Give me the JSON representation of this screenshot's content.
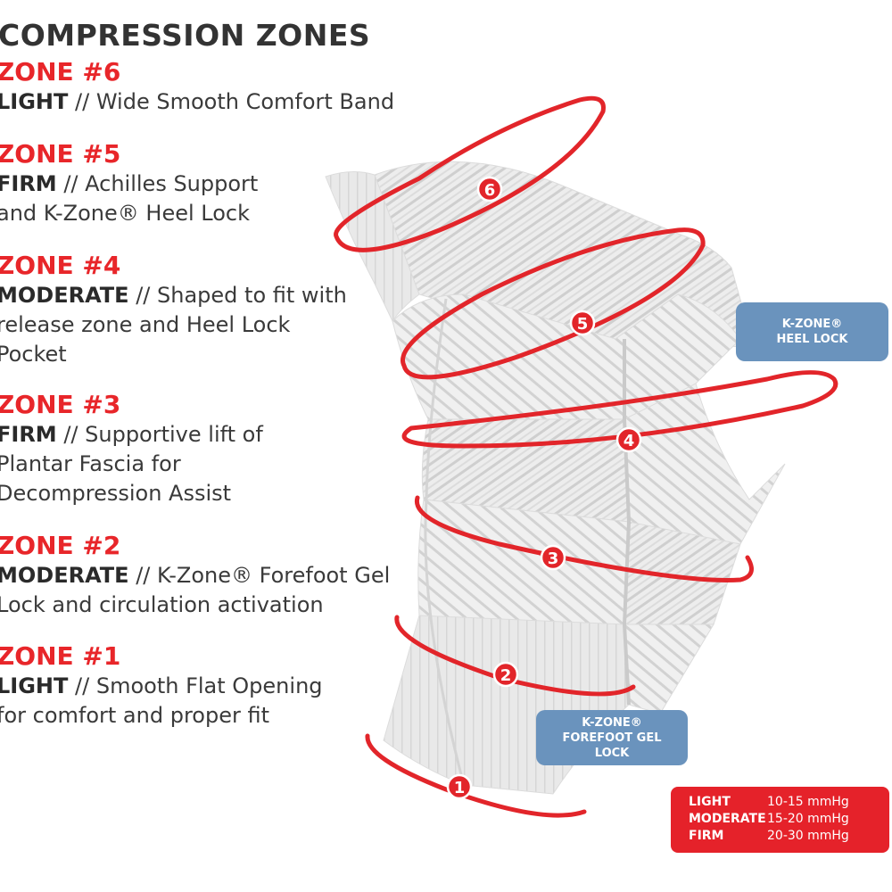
{
  "title": "COMPRESSION ZONES",
  "zones": [
    {
      "heading": "ZONE #6",
      "level": "LIGHT",
      "separator": "//",
      "lines": [
        "Wide Smooth Comfort Band"
      ]
    },
    {
      "heading": "ZONE #5",
      "level": "FIRM",
      "separator": "//",
      "lines": [
        "Achilles Support",
        "and K-Zone® Heel Lock"
      ]
    },
    {
      "heading": "ZONE #4",
      "level": "MODERATE",
      "separator": "//",
      "lines": [
        "Shaped to fit with",
        "release zone and Heel Lock",
        "Pocket"
      ]
    },
    {
      "heading": "ZONE #3",
      "level": "FIRM",
      "separator": "//",
      "lines": [
        "Supportive lift of",
        "Plantar Fascia for",
        "Decompression Assist"
      ]
    },
    {
      "heading": "ZONE #2",
      "level": "MODERATE",
      "separator": "//",
      "lines": [
        "K-Zone® Forefoot Gel",
        "Lock and circulation activation"
      ]
    },
    {
      "heading": "ZONE #1",
      "level": "LIGHT",
      "separator": "//",
      "lines": [
        "Smooth Flat Opening",
        "for comfort and proper fit"
      ]
    }
  ],
  "ring_numbers": [
    "6",
    "5",
    "4",
    "3",
    "2",
    "1"
  ],
  "callouts": {
    "heel_lock": [
      "K-ZONE®",
      "HEEL LOCK"
    ],
    "forefoot": [
      "K-ZONE®",
      "FOREFOOT GEL",
      "LOCK"
    ]
  },
  "legend": [
    {
      "level": "LIGHT",
      "range": "10-15 mmHg"
    },
    {
      "level": "MODERATE",
      "range": "15-20 mmHg"
    },
    {
      "level": "FIRM",
      "range": "20-30 mmHg"
    }
  ],
  "colors": {
    "accent_red": "#e8262a",
    "callout_blue": "#6a93bd",
    "sleeve": "#e6e6e6"
  }
}
